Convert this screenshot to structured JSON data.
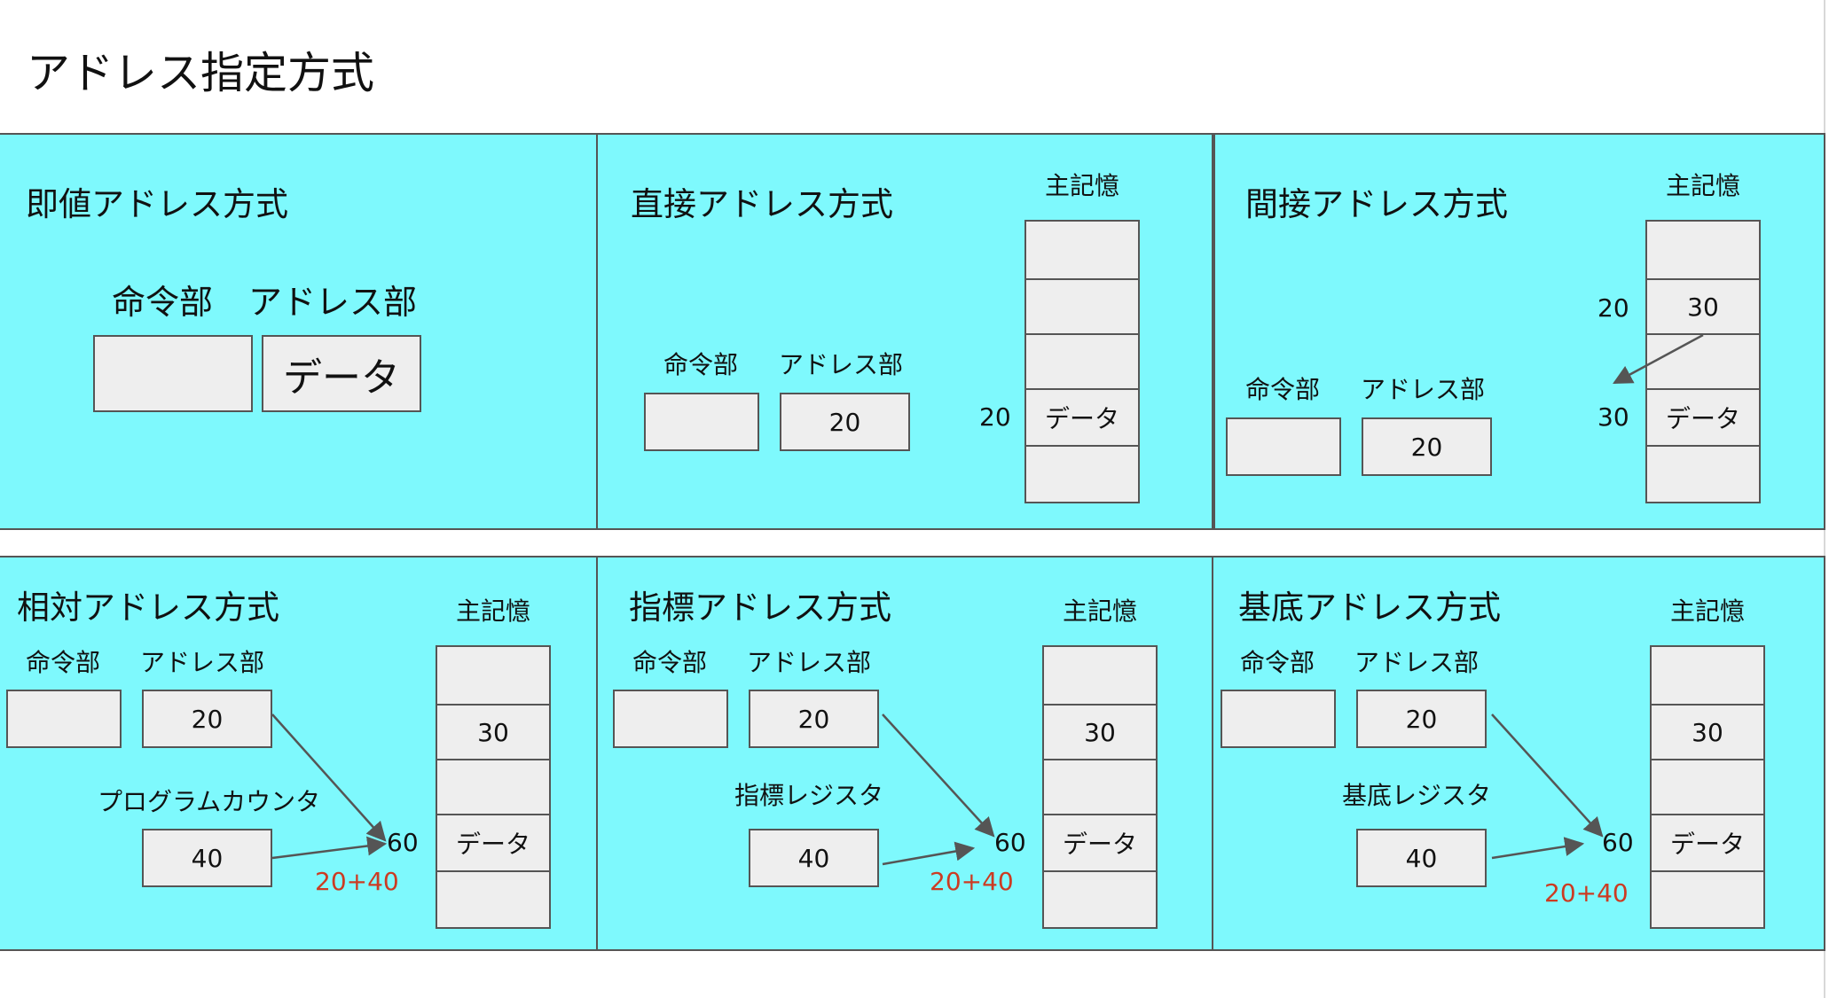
{
  "page_title": "アドレス指定方式",
  "panels": {
    "immediate": {
      "title": "即値アドレス方式",
      "instr_label": "命令部",
      "addr_label": "アドレス部",
      "addr_value": "データ"
    },
    "direct": {
      "title": "直接アドレス方式",
      "memory_label": "主記憶",
      "instr_label": "命令部",
      "addr_label": "アドレス部",
      "addr_value": "20",
      "cells": [
        "",
        "",
        "",
        "データ",
        ""
      ],
      "addresses": {
        "row3": "20"
      }
    },
    "indirect": {
      "title": "間接アドレス方式",
      "memory_label": "主記憶",
      "instr_label": "命令部",
      "addr_label": "アドレス部",
      "addr_value": "20",
      "cells": [
        "",
        "30",
        "",
        "データ",
        ""
      ],
      "addresses": {
        "row1": "20",
        "row3": "30"
      }
    },
    "relative": {
      "title": "相対アドレス方式",
      "memory_label": "主記憶",
      "instr_label": "命令部",
      "addr_label": "アドレス部",
      "addr_value": "20",
      "register_label": "プログラムカウンタ",
      "register_value": "40",
      "result": "60",
      "formula": "20+40",
      "cells": [
        "",
        "30",
        "",
        "データ",
        ""
      ]
    },
    "index": {
      "title": "指標アドレス方式",
      "memory_label": "主記憶",
      "instr_label": "命令部",
      "addr_label": "アドレス部",
      "addr_value": "20",
      "register_label": "指標レジスタ",
      "register_value": "40",
      "result": "60",
      "formula": "20+40",
      "cells": [
        "",
        "30",
        "",
        "データ",
        ""
      ]
    },
    "base": {
      "title": "基底アドレス方式",
      "memory_label": "主記憶",
      "instr_label": "命令部",
      "addr_label": "アドレス部",
      "addr_value": "20",
      "register_label": "基底レジスタ",
      "register_value": "40",
      "result": "60",
      "formula": "20+40",
      "cells": [
        "",
        "30",
        "",
        "データ",
        ""
      ]
    }
  },
  "colors": {
    "panel_background": "#7ef9fd",
    "box_fill": "#eeeeee",
    "stroke": "#555555",
    "formula_text": "#cc3b22"
  }
}
